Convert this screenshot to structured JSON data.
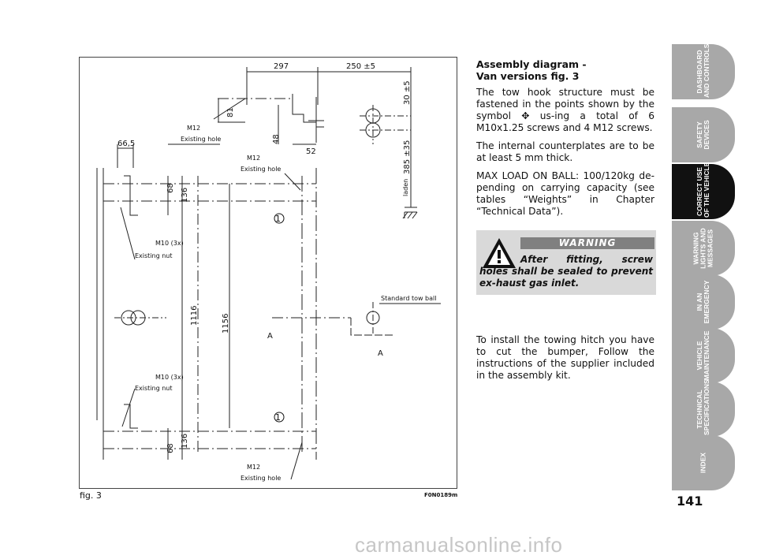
{
  "figure": {
    "caption": "fig. 3",
    "code": "F0N0189m",
    "labels": {
      "dim_297": "297",
      "dim_250": "250 ±5",
      "dim_30": "30 ±5",
      "dim_81": "81",
      "dim_48": "48",
      "dim_52": "52",
      "dim_385": "385 ±35",
      "laden": "laden",
      "dim_66": "66,5",
      "dim_68_top": "68",
      "dim_136_top": "136",
      "dim_1116": "1116",
      "dim_1156": "1156",
      "dim_68_bot": "68",
      "dim_136_bot": "136",
      "m12_a": "M12",
      "existing_hole_a": "Existing hole",
      "m12_b": "M12",
      "existing_hole_b": "Existing hole",
      "m12_c": "M12",
      "existing_hole_c": "Existing hole",
      "m10_a": "M10 (3x)",
      "existing_nut_a": "Existing nut",
      "m10_b": "M10 (3x)",
      "existing_nut_b": "Existing nut",
      "tow_ball": "Standard   tow   ball",
      "marker_1": "1",
      "marker_2": "1",
      "section_a1": "A",
      "section_a2": "A"
    }
  },
  "text": {
    "heading_line1": "Assembly diagram -",
    "heading_line2": "Van versions fig. 3",
    "para1_a": "The tow hook structure must be fastened in the points shown by the symbol ",
    "para1_symbol": "✥",
    "para1_b": " us-ing a total of 6 M10x1.25 screws and 4 M12 screws.",
    "para2": "The internal counterplates are to be at least 5 mm thick.",
    "para3": "MAX LOAD ON BALL: 100/120kg de-pending on carrying capacity (see tables “Weights” in Chapter “Technical Data”).",
    "para4": "To install the towing hitch you have to cut the bumper, Follow the instructions of the supplier included in the assembly kit."
  },
  "warning": {
    "title": "WARNING",
    "text_line1": "After fitting, screw holes shall be sealed to prevent ex-haust gas inlet."
  },
  "tabs": [
    {
      "label": "DASHBOARD\nAND CONTROLS",
      "active": false
    },
    {
      "label": "SAFETY\nDEVICES",
      "active": false
    },
    {
      "label": "CORRECT USE\nOF THE VEHICLE",
      "active": true
    },
    {
      "label": "WARNING\nLIGHTS AND\nMESSAGES",
      "active": false
    },
    {
      "label": "IN AN\nEMERGENCY",
      "active": false
    },
    {
      "label": "VEHICLE\nMAINTENANCE",
      "active": false
    },
    {
      "label": "TECHNICAL\nSPECIFICATIONS",
      "active": false
    },
    {
      "label": "INDEX",
      "active": false
    }
  ],
  "page_number": "141",
  "watermark": "carmanualsonline.info",
  "colors": {
    "tab_inactive": "#a8a8a8",
    "tab_active": "#111111",
    "warning_bg": "#d9d9d9",
    "warning_header": "#808080"
  }
}
